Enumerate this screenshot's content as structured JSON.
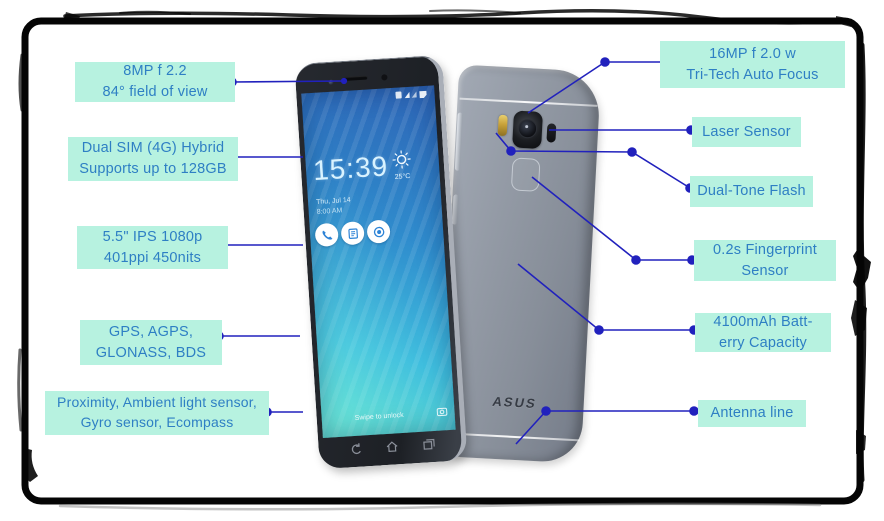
{
  "device": {
    "brand": "ASUS",
    "screen": {
      "time": "15:39",
      "temperature": "25°C",
      "date_line": "Thu, Jul 14",
      "alarm_line": "8:00 AM",
      "unlock_hint": "Swipe to unlock"
    }
  },
  "labels": {
    "front_camera": "8MP f 2.2\n84° field of view",
    "sim": "Dual SIM (4G) Hybrid\nSupports up to 128GB",
    "display": "5.5\" IPS 1080p\n401ppi 450nits",
    "gps": "GPS, AGPS,\nGLONASS, BDS",
    "sensors": "Proximity, Ambient light sensor,\nGyro sensor, Ecompass",
    "rear_camera": "16MP f 2.0 w\nTri-Tech Auto Focus",
    "laser": "Laser Sensor",
    "flash": "Dual-Tone Flash",
    "fingerprint": "0.2s Fingerprint\nSensor",
    "battery": "4100mAh Batt-\nerry Capacity",
    "antenna": "Antenna line"
  },
  "colors": {
    "label_background": "#b7f2e0",
    "label_text": "#2e7fc4",
    "callout_line": "#2121bd",
    "frame": "#000000",
    "phone_body_gray": "#8d949f"
  }
}
